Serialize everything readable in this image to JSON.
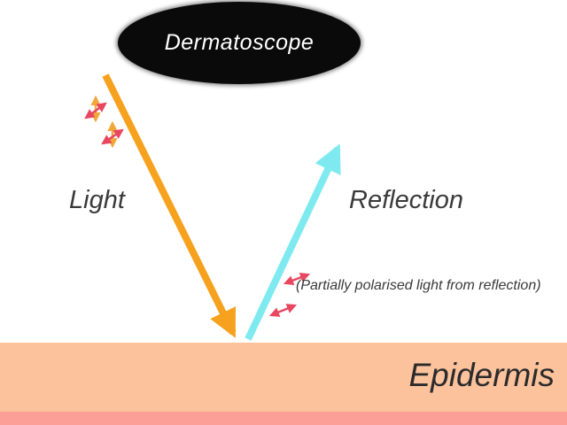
{
  "diagram": {
    "title": "Dermatoscope light reflection and polarisation diagram",
    "dermatoscope_label": "Dermatoscope",
    "light_label": "Light",
    "reflection_label": "Reflection",
    "polarisation_note": "(Partially polarised light from reflection)",
    "epidermis_label": "Epidermis"
  },
  "icons": {
    "light_ray": "downward-diagonal-arrow-icon",
    "reflection_ray": "upward-diagonal-arrow-icon",
    "incident_polarisation": "crossed-double-arrows-icon",
    "reflected_polarisation": "diagonal-double-arrow-icon"
  },
  "colors": {
    "light_ray": "#F6A21E",
    "reflection_ray": "#7EEAF0",
    "polariser_arrow": "#F2A73B",
    "polarised_arrow": "#E8475F",
    "epidermis_band": "#FBC29C",
    "dermis_band": "#FB9F97",
    "dermatoscope_fill": "#0A0A0A",
    "dermatoscope_text": "#FFFFFF",
    "label_text": "#3A3A3A",
    "epidermis_text": "#2B2B2B"
  }
}
